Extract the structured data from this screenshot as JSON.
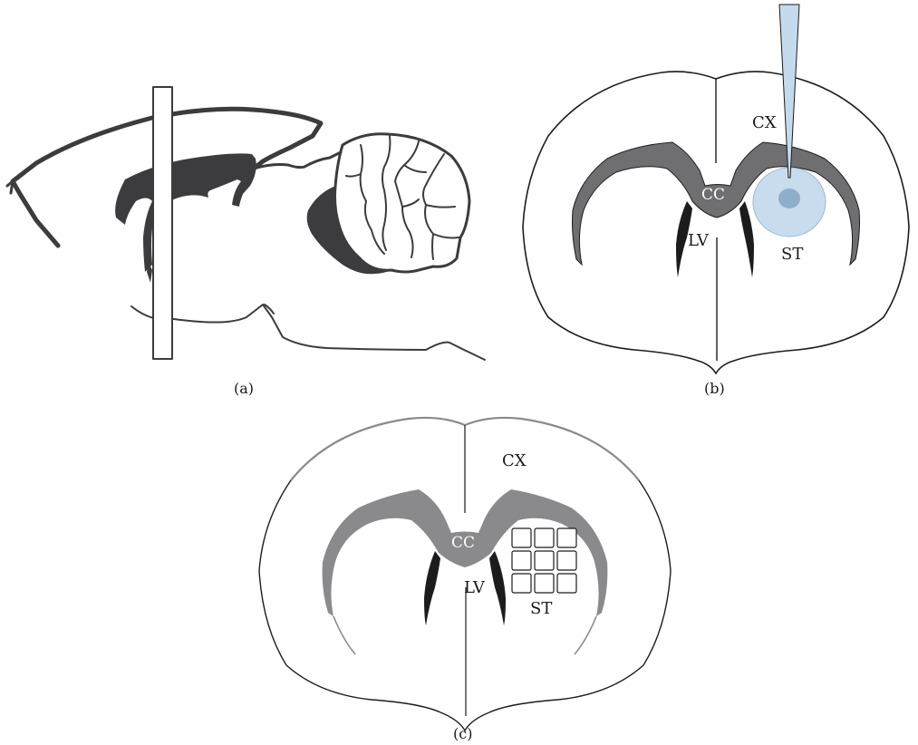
{
  "panels": {
    "a": {
      "caption": "(a)"
    },
    "b": {
      "caption": "(b)",
      "labels": {
        "cortex": "CX",
        "corpus_callosum": "CC",
        "ventricle": "LV",
        "striatum": "ST"
      }
    },
    "c": {
      "caption": "(c)",
      "labels": {
        "cortex": "CX",
        "corpus_callosum": "CC",
        "ventricle": "LV",
        "striatum": "ST"
      },
      "grid": {
        "rows": 3,
        "cols": 3
      }
    }
  },
  "colors": {
    "outline": "#1c1c1c",
    "white_matter": "#6f6f71",
    "white_matter_light": "#8a8a8c",
    "sagittal_fill": "#3c3c3e",
    "injection_halo": "#c9dcee",
    "injection_core": "#8eaece",
    "pipette": "#c4dbed"
  }
}
